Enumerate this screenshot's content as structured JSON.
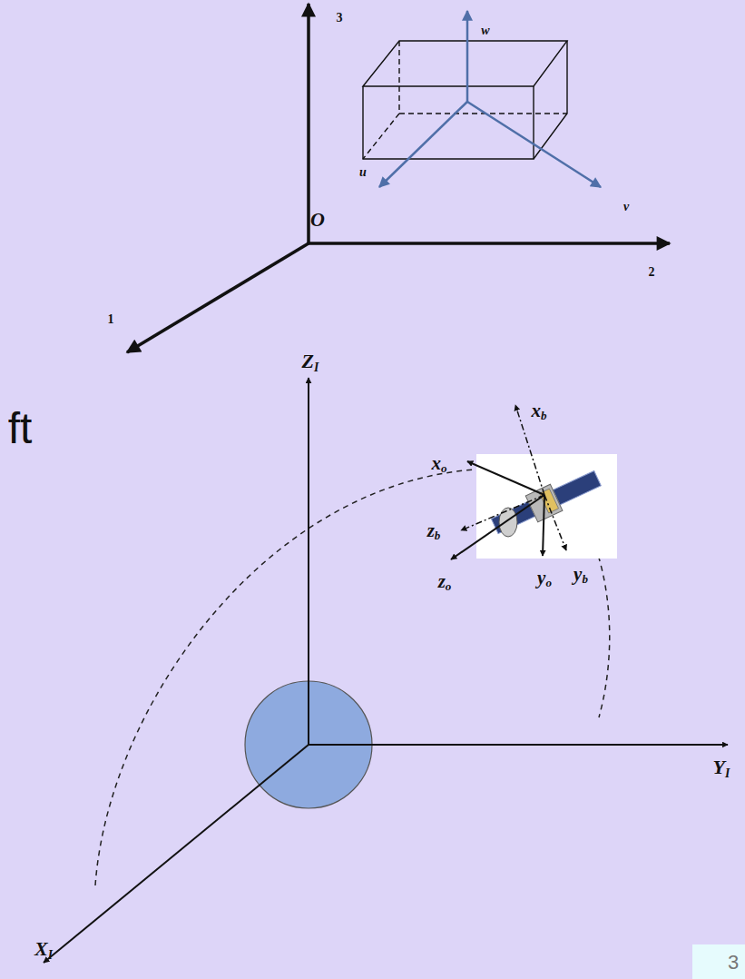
{
  "diagram": {
    "labels": [
      "3",
      "w",
      "u",
      "v",
      "O",
      "2",
      "1",
      "ft",
      "ZI",
      "xb",
      "xo",
      "zb",
      "zo",
      "yo",
      "yb",
      "YI",
      "XI",
      "3"
    ]
  }
}
